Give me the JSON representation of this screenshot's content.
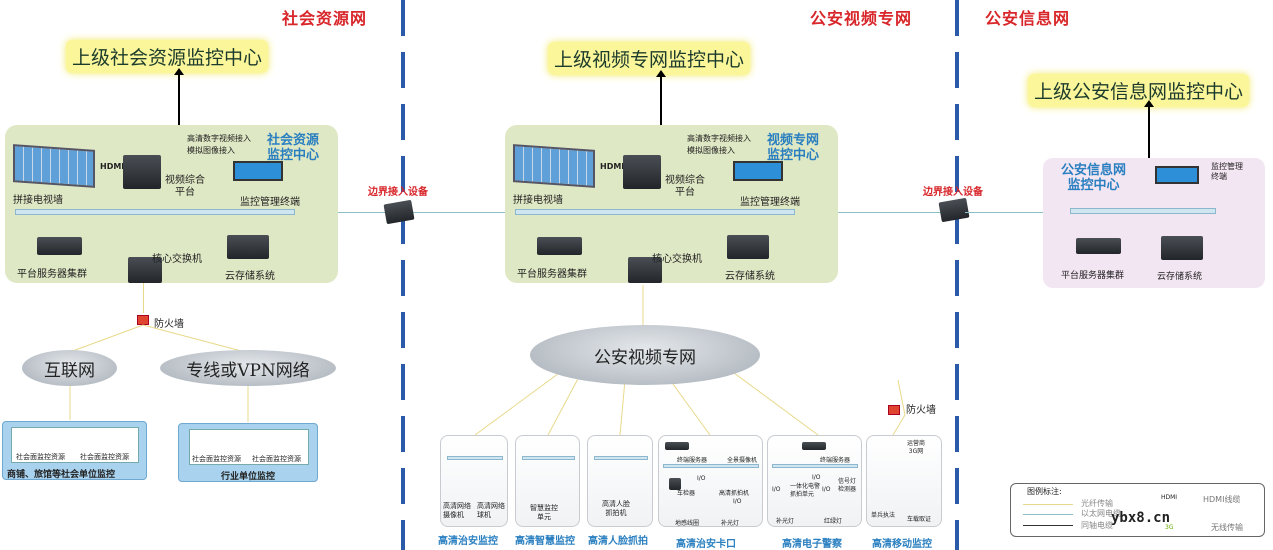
{
  "sections": {
    "social": "社会资源网",
    "video": "公安视频专网",
    "info": "公安信息网"
  },
  "upper": {
    "social": "上级社会资源监控中心",
    "video": "上级视频专网监控中心",
    "info": "上级公安信息网监控中心"
  },
  "center": {
    "social_title": "社会资源\n监控中心",
    "video_title": "视频专网\n监控中心",
    "info_title": "公安信息网\n监控中心",
    "tv_wall": "拼接电视墙",
    "hdmi": "HDMI",
    "platform": "视频综合\n平台",
    "hd_input": "高清数字视频接入",
    "analog_input": "模拟图像接入",
    "terminal": "监控管理终端",
    "terminal_info": "监控管理\n终端",
    "servers": "平台服务器集群",
    "core_switch": "核心交换机",
    "storage": "云存储系统"
  },
  "border_device": "边界接入设备",
  "firewall": "防火墙",
  "clouds": {
    "internet": "互联网",
    "vpn": "专线或VPN网络",
    "video_net": "公安视频专网"
  },
  "social_groups": [
    {
      "label": "商铺、旅馆等社会单位监控",
      "items": [
        "社会面监控资源",
        "社会面监控资源"
      ]
    },
    {
      "label": "行业单位监控",
      "items": [
        "社会面监控资源",
        "社会面监控资源"
      ]
    }
  ],
  "subsystems": [
    {
      "label": "高清治安监控",
      "items": [
        "高清网络\n摄像机",
        "高清网络\n球机"
      ]
    },
    {
      "label": "高清智慧监控",
      "items": [
        "智慧监控\n单元"
      ]
    },
    {
      "label": "高清人脸抓拍",
      "items": [
        "高清人脸\n抓拍机"
      ]
    },
    {
      "label": "高清治安卡口",
      "items": [
        "终端服务器",
        "全景摄像机",
        "I/O",
        "车检器",
        "高清抓拍机",
        "I/O",
        "地感线圈",
        "补光灯"
      ]
    },
    {
      "label": "高清电子警察",
      "items": [
        "终端服务器",
        "I/O",
        "一体化电警\n抓拍单元",
        "I/O",
        "信号灯\n检测器",
        "I/O",
        "补光灯",
        "红绿灯"
      ]
    },
    {
      "label": "高清移动监控",
      "items": [
        "运营商\n3G网",
        "单兵执法",
        "车载取证"
      ]
    }
  ],
  "legend": {
    "title": "图例标注:",
    "fiber": "光纤传输",
    "ethernet": "以太网电缆",
    "coax": "同轴电缆",
    "hdmi_tag": "HDMI",
    "hdmi": "HDMI线缆",
    "wireless_tag": "3G",
    "wireless": "无线传输"
  },
  "watermark": "ybx8.cn"
}
